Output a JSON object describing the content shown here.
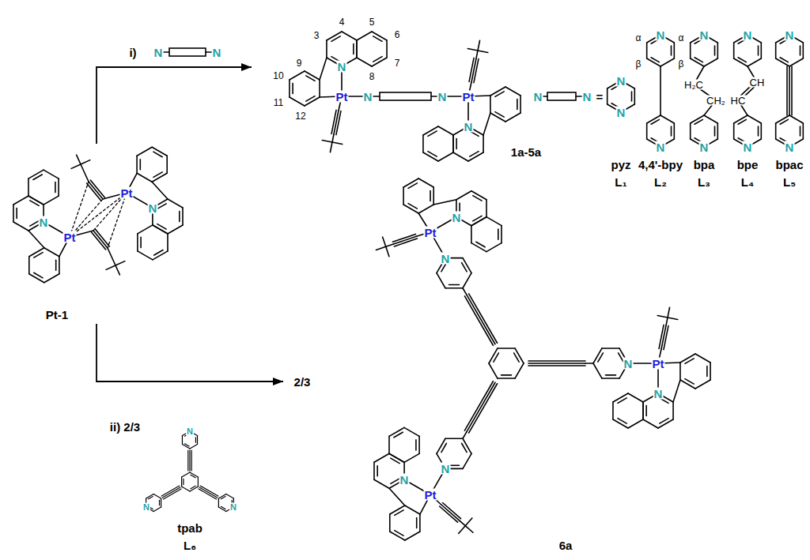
{
  "diagram": {
    "labels": [
      "i)",
      "N",
      "N",
      "3",
      "4",
      "5",
      "6",
      "7",
      "8",
      "9",
      "10",
      "11",
      "12",
      "N",
      "Pt",
      "N",
      "N",
      "Pt",
      "N",
      "1a-5a",
      "N",
      "N",
      "=",
      "N",
      "N",
      "α",
      "N",
      "α",
      "β",
      "β",
      "N",
      "N",
      "H₂C",
      "CH₂",
      "N",
      "N",
      "CH",
      "HC",
      "N",
      "N",
      "N",
      "pyz",
      "4,4'-bpy",
      "bpa",
      "bpe",
      "bpac",
      "L₁",
      "L₂",
      "L₃",
      "L₄",
      "L₅",
      "N",
      "Pt",
      "Pt",
      "N",
      "Pt-1",
      "ii) 2/3",
      "N",
      "N",
      "N",
      "tpab",
      "L₆",
      "2/3",
      "Pt",
      "N",
      "N",
      "N",
      "Pt",
      "N",
      "N",
      "N",
      "Pt",
      "6a"
    ]
  }
}
